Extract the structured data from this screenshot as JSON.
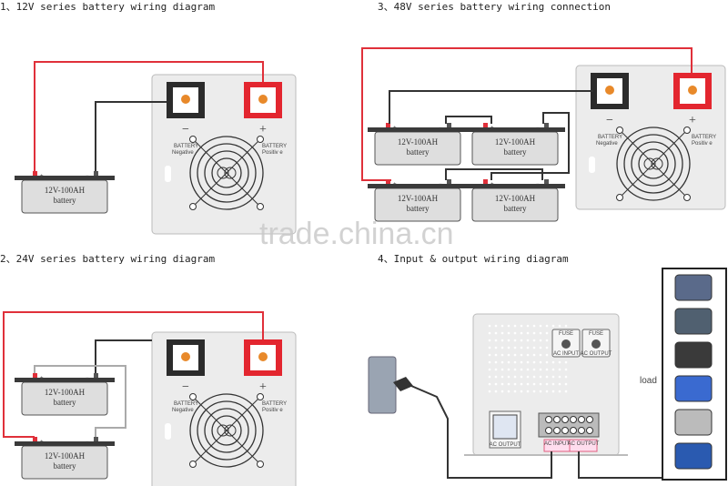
{
  "titles": {
    "p1": "1、12V series battery wiring diagram",
    "p2": "2、24V series battery wiring diagram",
    "p3": "3、48V series battery wiring connection",
    "p4": "4、Input & output wiring diagram"
  },
  "battery": {
    "line1": "12V-100AH",
    "line2": "battery"
  },
  "inverter": {
    "neg_label1": "BATTERY",
    "neg_label2": "Negative",
    "pos_label1": "BATTERY",
    "pos_label2": "Positiv e",
    "minus": "−",
    "plus": "+"
  },
  "terminal": {
    "minus": "−",
    "plus": "+"
  },
  "panel4": {
    "fuse1": "FUSE",
    "fuse2": "FUSE",
    "ac_input": "AC INPUT",
    "ac_output": "AC OUTPUT",
    "socket_label": "AC OUTPUT",
    "term_in": "AC INPUT",
    "term_out": "AC OUTPUT",
    "load": "load",
    "load_items": [
      "laptop-icon",
      "phone-charger-icon",
      "tv-icon",
      "fan-icon",
      "radio-icon",
      "motor-icon"
    ]
  },
  "watermark": "trade.china.cn",
  "colors": {
    "red_wire": "#e0303a",
    "black_wire": "#333333",
    "panel": "#ececec",
    "pos_terminal": "#e3262f",
    "neg_terminal": "#2b2b2b",
    "post": "#e8892a"
  }
}
